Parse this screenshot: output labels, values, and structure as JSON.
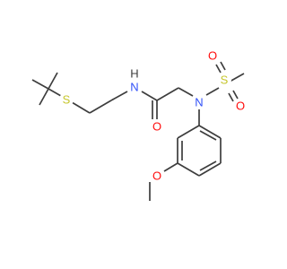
{
  "colors": {
    "background": "#ffffff",
    "bond": "#3d3d3d",
    "carbon": "#3d3d3d",
    "nitrogen": "#3050f8",
    "oxygen": "#ff0d0d",
    "sulfur": "#c6c62c",
    "hydrogen": "#3d3d3d"
  },
  "atoms": {
    "s_thioether": "S",
    "n_amide": "N",
    "h_amide": "H",
    "o_carbonyl": "O",
    "n_sulfonamide": "N",
    "s_sulfonyl": "S",
    "o_sulfonyl_1": "O",
    "o_sulfonyl_2": "O",
    "o_methoxy": "O"
  }
}
